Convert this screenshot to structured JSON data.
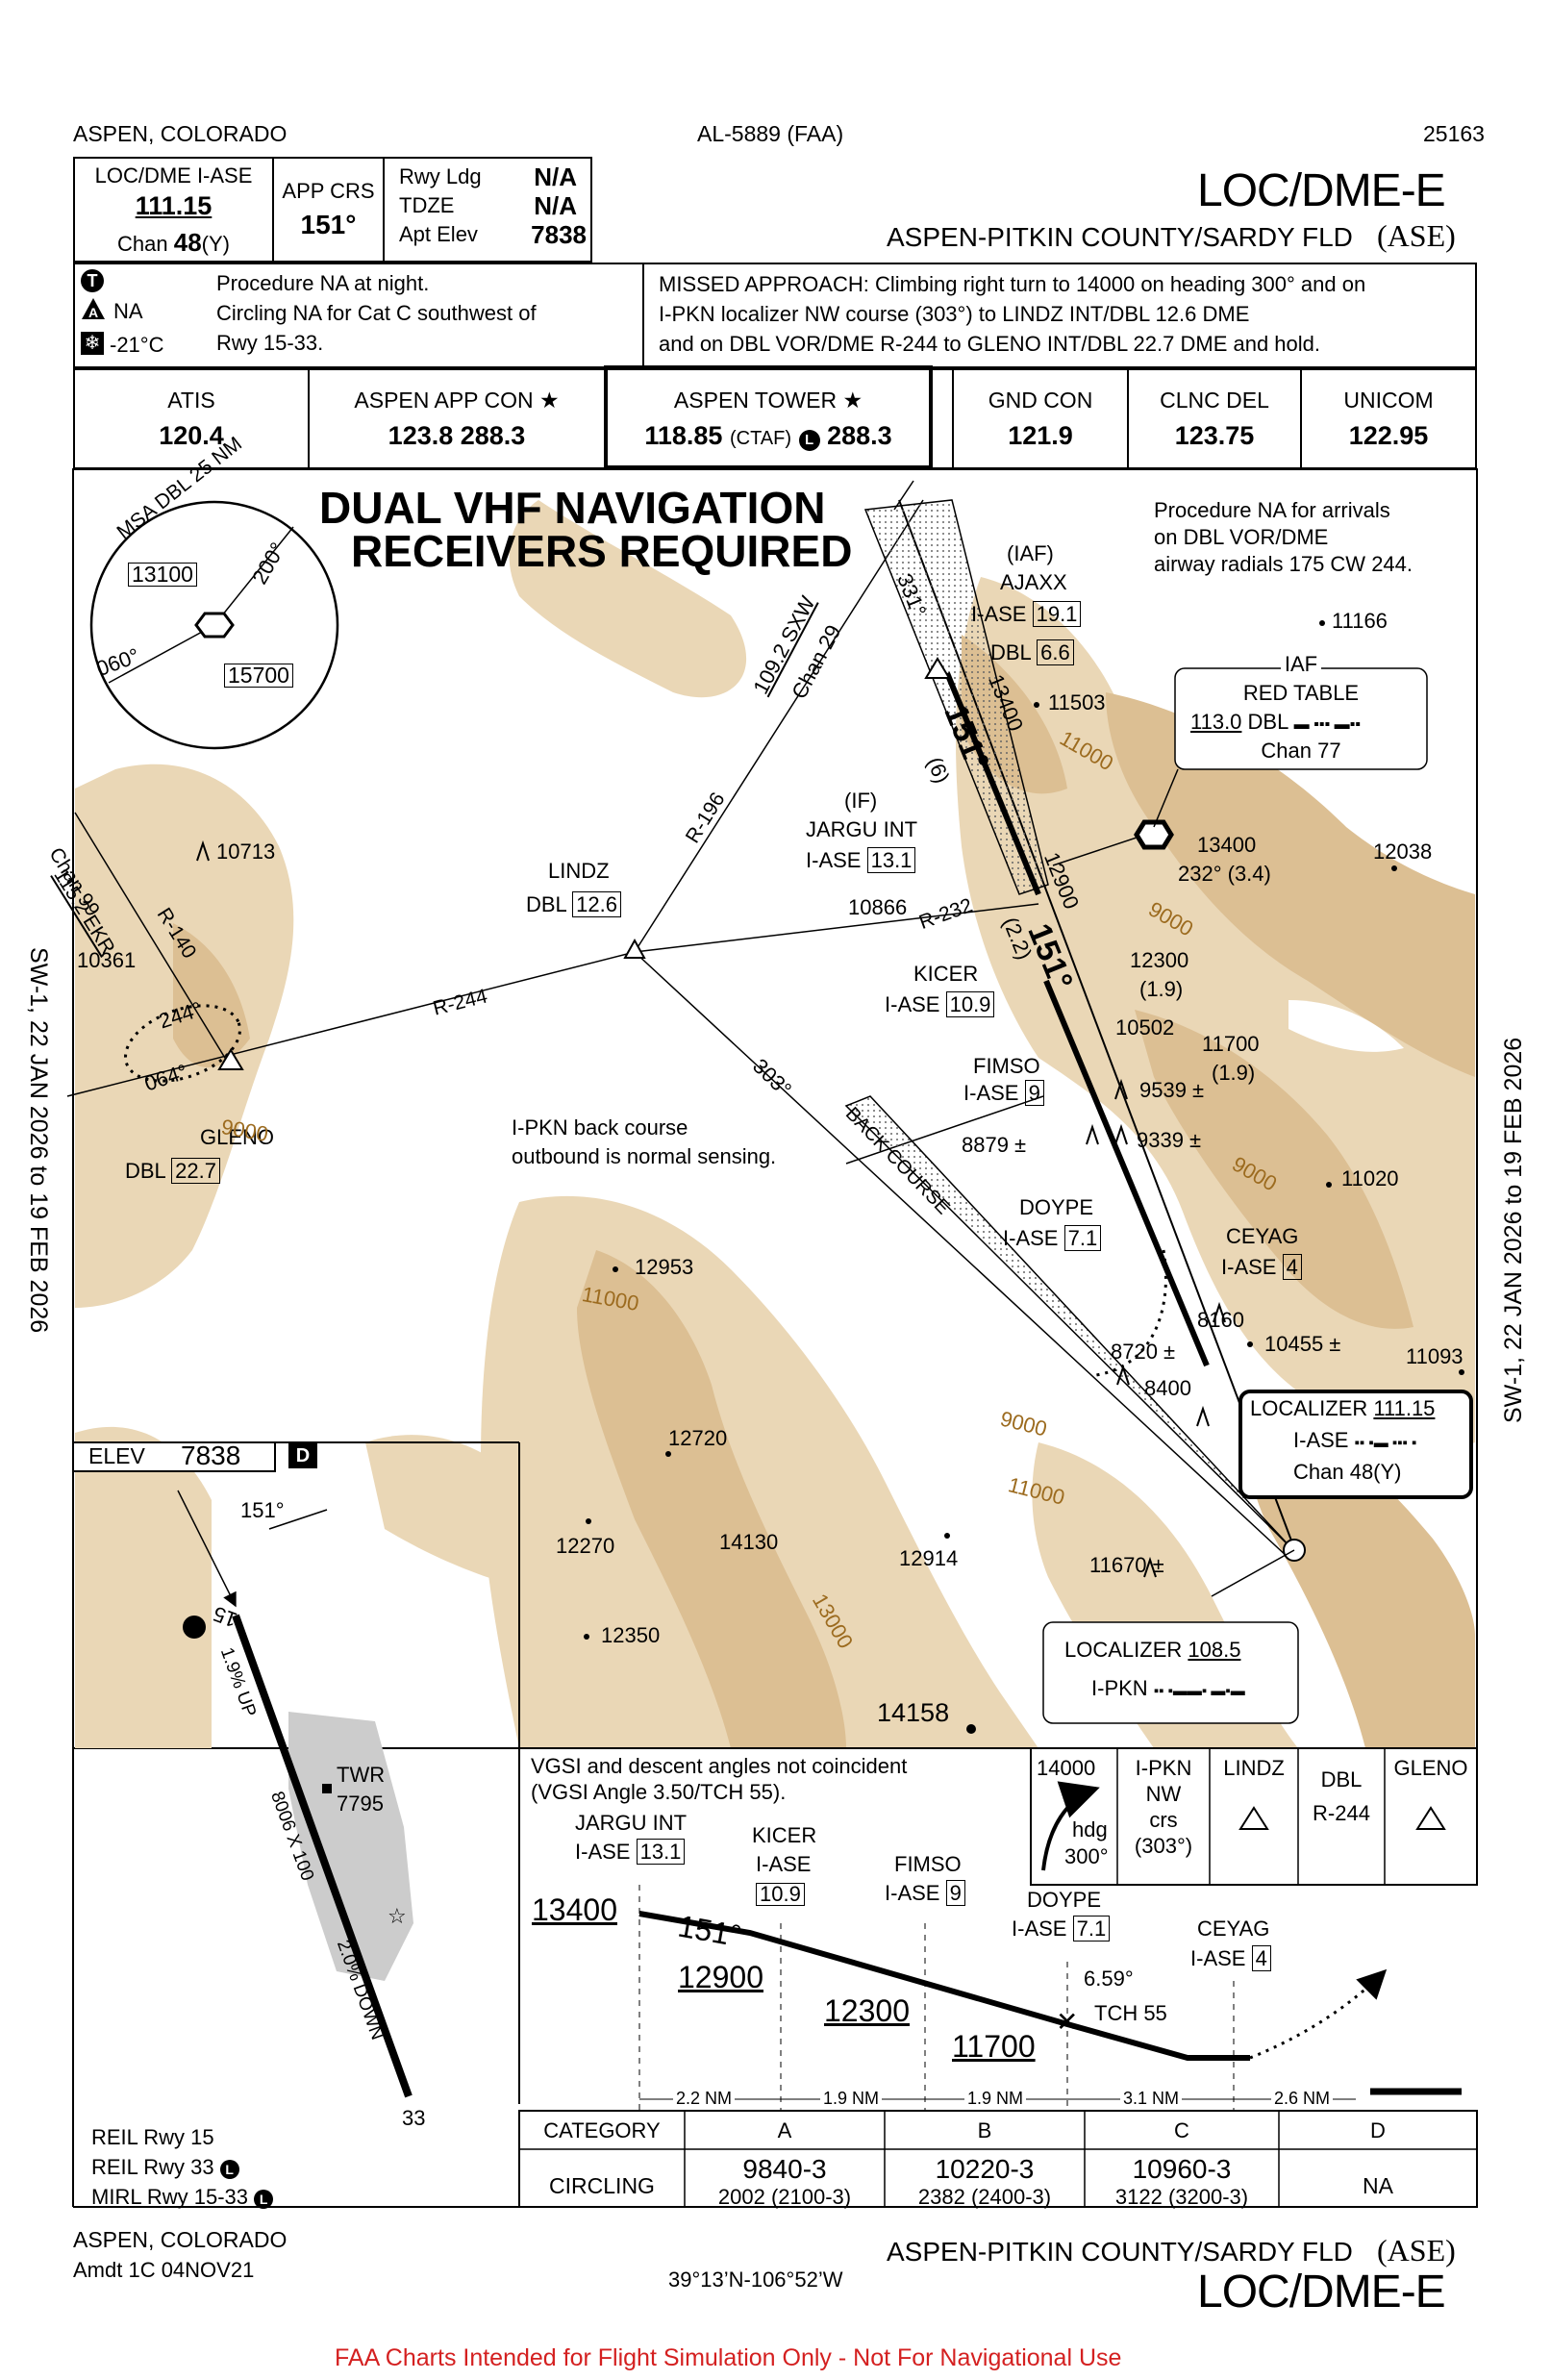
{
  "top": {
    "location": "ASPEN, COLORADO",
    "chart_id": "AL-5889 (FAA)",
    "number": "25163",
    "title": "LOC/DME-E",
    "airport": "ASPEN-PITKIN COUNTY/SARDY FLD",
    "airport_id": "(ASE)"
  },
  "briefing": {
    "nav_label": "LOC/DME  I-ASE",
    "nav_freq": "111.15",
    "chan_label": "Chan ",
    "chan_num": "48",
    "chan_y": "(Y)",
    "app_crs_label": "APP CRS",
    "app_crs": "151°",
    "rwy_ldg_label": "Rwy Ldg",
    "rwy_ldg": "N/A",
    "tdze_label": "TDZE",
    "tdze": "N/A",
    "apt_elev_label": "Apt Elev",
    "apt_elev": "7838",
    "notes_na": "NA",
    "notes_temp": "-21°C",
    "note1": "Procedure NA at night.",
    "note2": "Circling NA for Cat C southwest of",
    "note3": "Rwy 15-33.",
    "missed1": "MISSED APPROACH: Climbing right turn to 14000 on heading 300° and on",
    "missed2": "I-PKN localizer NW course (303°) to LINDZ INT/DBL 12.6 DME",
    "missed3": "and on DBL VOR/DME R-244 to GLENO INT/DBL 22.7 DME and hold."
  },
  "comms": [
    {
      "label": "ATIS",
      "freq": "120.4"
    },
    {
      "label": "ASPEN APP CON ★",
      "freq": "123.8  288.3"
    },
    {
      "label": "ASPEN TOWER ★",
      "freq": "118.85",
      "ctaf": "(CTAF)",
      "freq2": "288.3"
    },
    {
      "label": "GND CON",
      "freq": "121.9"
    },
    {
      "label": "CLNC DEL",
      "freq": "123.75"
    },
    {
      "label": "UNICOM",
      "freq": "122.95"
    }
  ],
  "plan": {
    "header1": "DUAL VHF NAVIGATION",
    "header2": "RECEIVERS REQUIRED",
    "msa": "MSA DBL 25 NM",
    "msa_200": "200°",
    "msa_060": "060°",
    "msa_alt1": "13100",
    "msa_alt2": "15700",
    "proc_na1": "Procedure NA for arrivals",
    "proc_na2": "on DBL VOR/DME",
    "proc_na3": "airway radials 175 CW 244.",
    "iaf": "(IAF)",
    "ajaxx": "AJAXX",
    "ajaxx_ase": "I-ASE",
    "ajaxx_ase_dme": "19.1",
    "ajaxx_dbl": "DBL",
    "ajaxx_dbl_dme": "6.6",
    "red_table_iaf": "IAF",
    "red_table": "RED TABLE",
    "red_table_freq": "113.0",
    "red_table_id": "DBL",
    "red_table_chan": "Chan 77",
    "if": "(IF)",
    "jargu": "JARGU INT",
    "jargu_ase": "I-ASE",
    "jargu_dme": "13.1",
    "lindz": "LINDZ",
    "lindz_dbl": "DBL",
    "lindz_dme": "12.6",
    "kicer": "KICER",
    "kicer_ase": "I-ASE",
    "kicer_dme": "10.9",
    "fimso": "FIMSO",
    "fimso_ase": "I-ASE",
    "fimso_dme": "9",
    "doype": "DOYPE",
    "doype_ase": "I-ASE",
    "doype_dme": "7.1",
    "ceyag": "CEYAG",
    "ceyag_ase": "I-ASE",
    "ceyag_dme": "4",
    "gleno": "GLENO",
    "gleno_dbl": "DBL",
    "gleno_dme": "22.7",
    "ekr1": "115.2 EKR",
    "ekr2": "Chan 99",
    "sxw1": "109.2 SXW",
    "sxw2": "Chan 29",
    "r196": "R-196",
    "r232": "R-232",
    "r244": "R-244",
    "r140": "R-140",
    "crs331": "331°",
    "crs151": "151°",
    "crs151b": "151°",
    "crs303": "303°",
    "leg6": "(6)",
    "leg22": "(2.2)",
    "alt13400": "13400",
    "alt12900": "12900",
    "alt12300": "12300",
    "alt12300d": "(1.9)",
    "alt11700": "11700",
    "alt11700d": "(1.9)",
    "rt232": "232° (3.4)",
    "back_course": "BACK COURSE",
    "bc_note1": "I-PKN back course",
    "bc_note2": "outbound is normal sensing.",
    "hold244": "244°",
    "hold064": "064°",
    "loc_ase_label": "LOCALIZER",
    "loc_ase_freq": "111.15",
    "loc_ase_id": "I-ASE",
    "loc_ase_chan": "Chan 48(Y)",
    "loc_pkn_label": "LOCALIZER",
    "loc_pkn_freq": "108.5",
    "loc_pkn_id": "I-PKN",
    "contour_11000": "11000",
    "contour_9000": "9000",
    "contour_13000": "13000",
    "spots": [
      "11166",
      "11503",
      "13400",
      "12038",
      "10713",
      "10866",
      "10361",
      "10502",
      "9539 ±",
      "8879 ±",
      "9339 ±",
      "11020",
      "12953",
      "8160",
      "10455 ±",
      "11093",
      "8720 ±",
      "8400",
      "12720",
      "12270",
      "14130",
      "12914",
      "11670 ±",
      "12350",
      "14158"
    ]
  },
  "airport": {
    "elev_label": "ELEV",
    "elev": "7838",
    "d": "D",
    "hdg": "151°",
    "rwy15": "15",
    "rwy33": "33",
    "grad_up": "1.9% UP",
    "grad_down": "2.0% DOWN",
    "dims": "8006 X 100",
    "twr": "TWR",
    "twr_elev": "7795",
    "reil15": "REIL Rwy 15",
    "reil33": "REIL Rwy 33",
    "mirl": "MIRL Rwy 15-33"
  },
  "profile": {
    "vgsi1": "VGSI and descent angles not coincident",
    "vgsi2": "(VGSI Angle 3.50/TCH 55).",
    "ma_alt": "14000",
    "ma_hdg": "hdg",
    "ma_hdg_val": "300°",
    "ma_pkn": "I-PKN",
    "ma_nw": "NW",
    "ma_crs": "crs",
    "ma_crs_val": "(303°)",
    "ma_lindz": "LINDZ",
    "ma_dbl": "DBL",
    "ma_r244": "R-244",
    "ma_gleno": "GLENO",
    "jargu": "JARGU INT",
    "jargu_ase": "I-ASE",
    "jargu_dme": "13.1",
    "kicer": "KICER",
    "kicer_ase": "I-ASE",
    "kicer_dme": "10.9",
    "fimso": "FIMSO",
    "fimso_ase": "I-ASE",
    "fimso_dme": "9",
    "doype": "DOYPE",
    "doype_ase": "I-ASE",
    "doype_dme": "7.1",
    "ceyag": "CEYAG",
    "ceyag_ase": "I-ASE",
    "ceyag_dme": "4",
    "alt1": "13400",
    "alt2": "12900",
    "alt3": "12300",
    "alt4": "11700",
    "crs": "151°",
    "angle": "6.59°",
    "tch": "TCH 55",
    "dist": [
      "2.2 NM",
      "1.9 NM",
      "1.9 NM",
      "3.1 NM",
      "2.6 NM"
    ]
  },
  "minima": {
    "category": "CATEGORY",
    "cats": [
      "A",
      "B",
      "C",
      "D"
    ],
    "circling": "CIRCLING",
    "vals": [
      {
        "mda": "9840-3",
        "hat": "2002 (2100-3)"
      },
      {
        "mda": "10220-3",
        "hat": "2382 (2400-3)"
      },
      {
        "mda": "10960-3",
        "hat": "3122 (3200-3)"
      },
      {
        "mda": "NA",
        "hat": ""
      }
    ]
  },
  "bottom": {
    "location": "ASPEN, COLORADO",
    "amdt": "Amdt 1C  04NOV21",
    "coords": "39°13’N-106°52’W",
    "airport": "ASPEN-PITKIN COUNTY/SARDY FLD",
    "airport_id": "(ASE)",
    "title": "LOC/DME-E"
  },
  "side": {
    "left": "SW-1,  22 JAN 2026  to  19 FEB 2026",
    "right": "SW-1,  22 JAN 2026  to  19 FEB 2026"
  },
  "disclaimer": "FAA Charts Intended for Flight Simulation Only - Not For Navigational Use",
  "colors": {
    "terrain": "#ead7b6",
    "terrain_dark": "#dcbf93",
    "contour_label": "#9c6b1f",
    "disclaimer": "#d42020"
  }
}
